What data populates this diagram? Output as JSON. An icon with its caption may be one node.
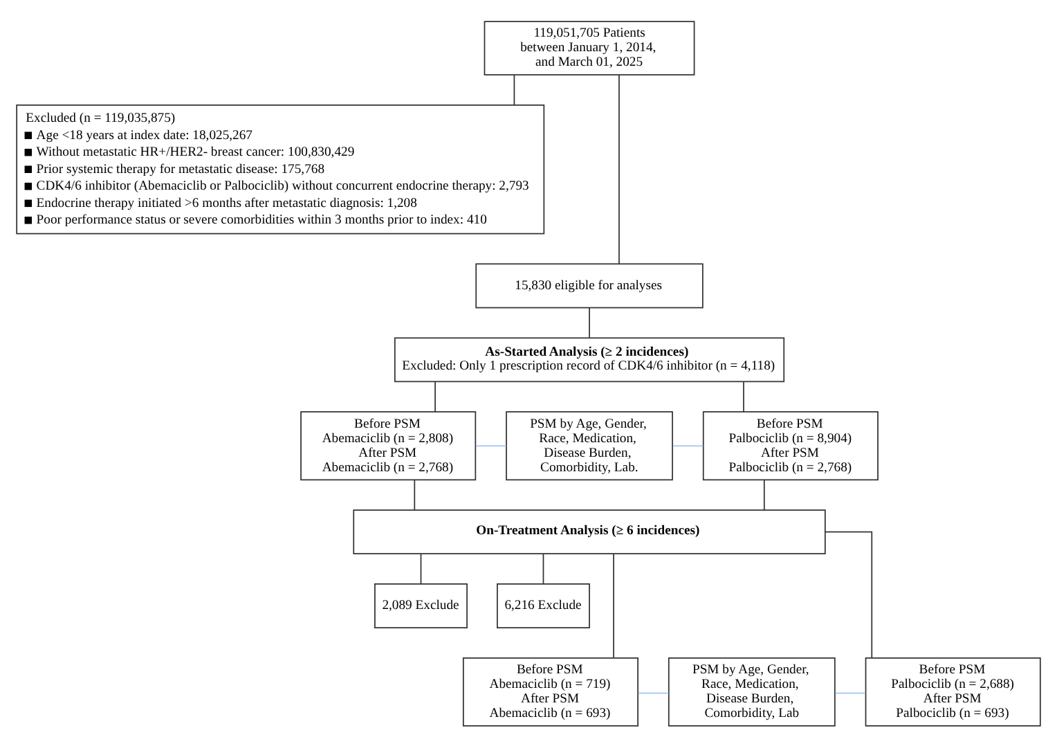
{
  "diagram": {
    "nodes": [
      {
        "text": [
          "119,051,705 Patients between January 1, 2014, and March 01, 2025"
        ]
      },
      {
        "text": [
          "Excluded (n = 119,035,875)",
          "Age <18 years at index date: 18,025,267",
          "Without metastatic HR+/HER2- breast cancer: 100,830,429",
          "Prior systemic therapy for metastatic disease: 175,768",
          "CDK4/6 inhibitor (Abemaciclib or Palbociclib) without concurrent endocrine therapy: 2,793",
          "Endocrine therapy initiated >6 months after metastatic diagnosis: 1,208",
          "Poor performance status or severe comorbidities within 3 months prior to index: 410"
        ]
      },
      {
        "text": [
          "15,830 eligible for analyses"
        ]
      },
      {
        "text": [
          "As-Started Analysis (≥ 2 incidences)",
          "Excluded: Only 1 prescription record of CDK4/6 inhibitor (n = 4,118)"
        ]
      },
      {
        "text": [
          "Before PSM",
          "Abemaciclib (n = 2,808)",
          "After PSM",
          "Abemaciclib (n = 2,768)"
        ]
      },
      {
        "text": [
          "PSM by Age, Gender, Race, Medication, Disease Burden, Comorbidity, Lab."
        ]
      },
      {
        "text": [
          "Before PSM",
          "Palbociclib (n = 8,904)",
          "After PSM",
          "Palbociclib (n = 2,768)"
        ]
      },
      {
        "text": [
          "On-Treatment Analysis (≥ 6 incidences)"
        ]
      },
      {
        "text": [
          "2,089 Exclude"
        ]
      },
      {
        "text": [
          "6,216 Exclude"
        ]
      },
      {
        "text": [
          "Before PSM",
          "Abemaciclib (n = 719)",
          "After PSM",
          "Abemaciclib (n = 693)"
        ]
      },
      {
        "text": [
          "PSM by Age, Gender, Race, Medication, Disease Burden, Comorbidity, Lab"
        ]
      },
      {
        "text": [
          "Before PSM",
          "Palbociclib (n = 2,688)",
          "After PSM",
          "Palbociclib (n = 693)"
        ]
      }
    ],
    "edges": [
      {
        "from": 0,
        "to": 2,
        "arrow": "none"
      },
      {
        "from": 0,
        "to": 1,
        "arrow": "none"
      },
      {
        "from": 2,
        "to": 3,
        "arrow": "none"
      },
      {
        "from": 3,
        "to": 4,
        "arrow": "none"
      },
      {
        "from": 3,
        "to": 6,
        "arrow": "none"
      },
      {
        "from": 4,
        "to": 5,
        "arrow": "none",
        "color": "#a4c2f4"
      },
      {
        "from": 5,
        "to": 6,
        "arrow": "none",
        "color": "#a4c2f4"
      },
      {
        "from": 4,
        "to": 7,
        "arrow": "none"
      },
      {
        "from": 6,
        "to": 7,
        "arrow": "none"
      },
      {
        "from": 7,
        "to": 8,
        "arrow": "none"
      },
      {
        "from": 7,
        "to": 10,
        "arrow": "none"
      },
      {
        "from": 7,
        "to": 9,
        "arrow": "none"
      },
      {
        "from": 7,
        "to": 12,
        "arrow": "none"
      },
      {
        "from": 10,
        "to": 11,
        "arrow": "none",
        "color": "#a4c2f4"
      },
      {
        "from": 11,
        "to": 12,
        "arrow": "none",
        "color": "#a4c2f4"
      }
    ]
  }
}
